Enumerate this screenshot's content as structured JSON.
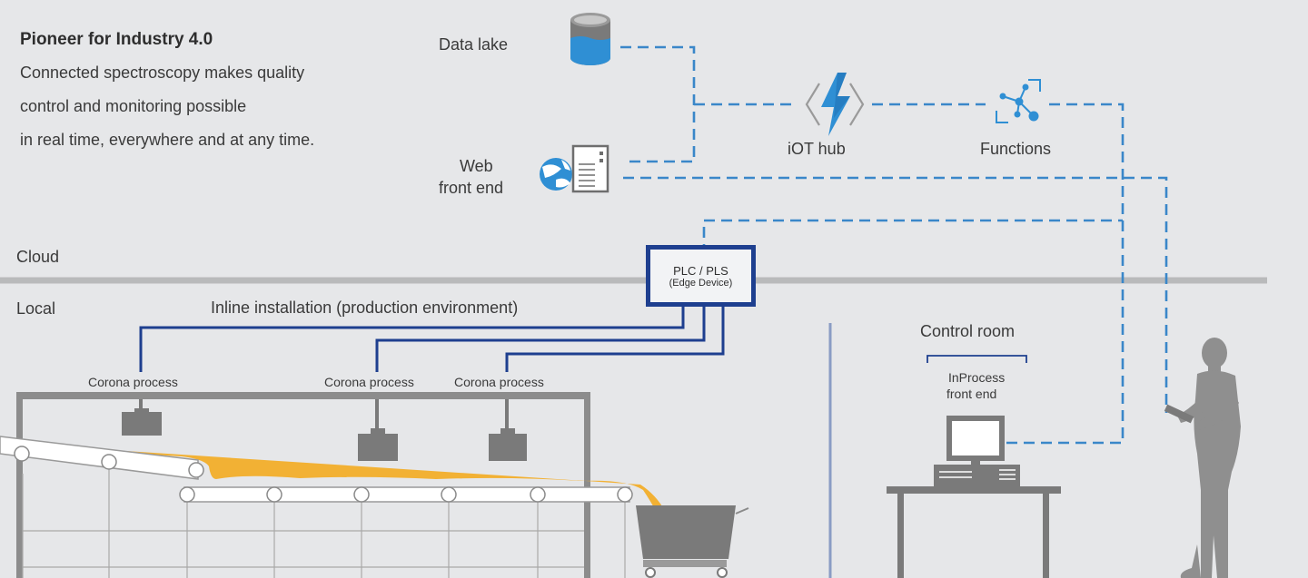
{
  "intro": {
    "title": "Pioneer for Industry 4.0",
    "lines": [
      "Connected spectroscopy makes quality",
      "control and monitoring possible",
      "in real time, everywhere and at any time."
    ]
  },
  "cloud": {
    "data_lake": "Data lake",
    "web_front_end": [
      "Web",
      "front end"
    ],
    "iot_hub": "iOT hub",
    "functions": "Functions"
  },
  "zones": {
    "cloud": "Cloud",
    "local": "Local"
  },
  "plc": {
    "line1": "PLC / PLS",
    "line2": "(Edge Device)"
  },
  "inline_label": "Inline installation (production environment)",
  "corona_labels": [
    "Corona process",
    "Corona process",
    "Corona process"
  ],
  "control_room": {
    "title": "Control room",
    "frontend": [
      "InProcess",
      "front end"
    ]
  },
  "colors": {
    "background": "#e6e7e9",
    "cloud_link": "#3a87c9",
    "local_link": "#1e3f8f",
    "divider": "#b9babb",
    "equipment": "#8c8c8c",
    "product": "#f2b134",
    "person": "#8f8f8f",
    "vertical_divider": "#8a9cc4"
  }
}
